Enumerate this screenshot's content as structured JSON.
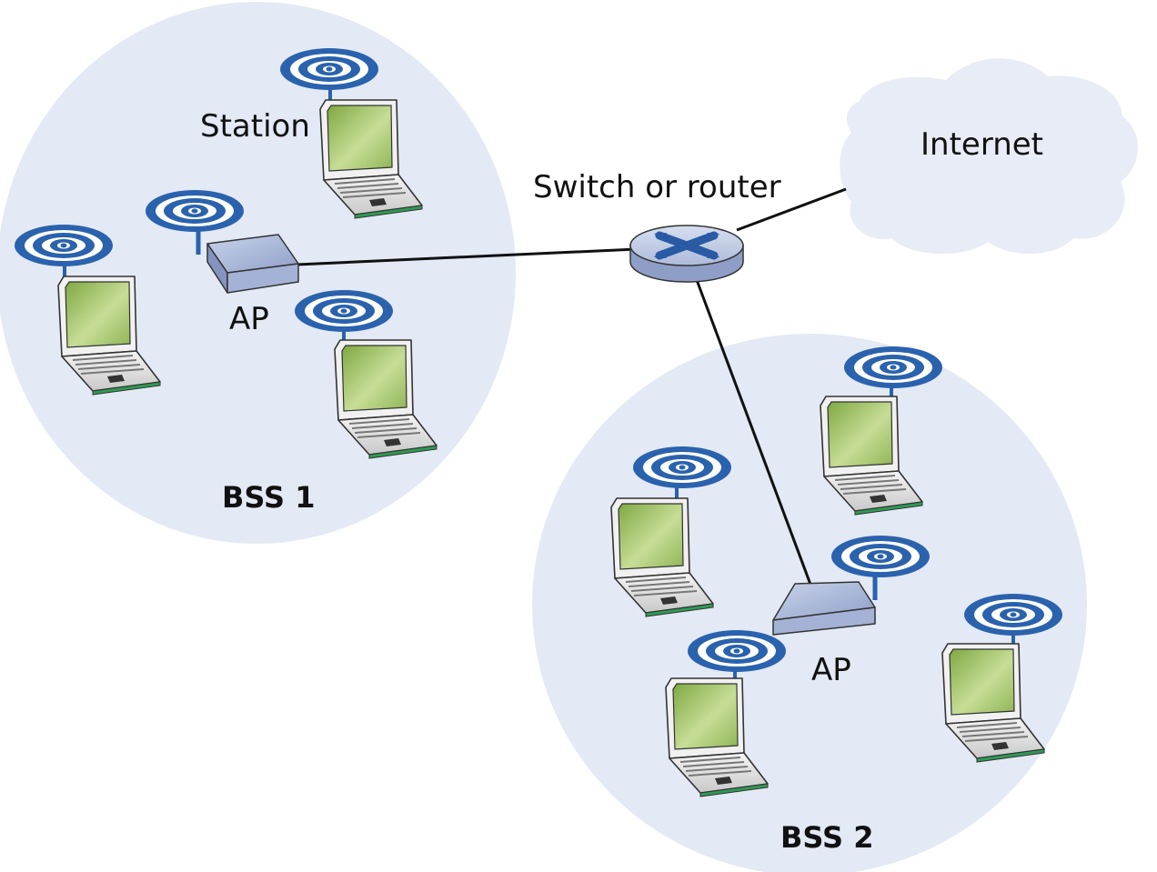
{
  "labels": {
    "station": "Station",
    "switch": "Switch or router",
    "internet": "Internet",
    "ap1": "AP",
    "ap2": "AP",
    "bss1": "BSS 1",
    "bss2": "BSS 2"
  },
  "colors": {
    "bss_fill": "#e3e9f5",
    "cloud_fill": "#e8ecf6",
    "screen_green": "#a6c46a",
    "antenna_blue": "#2a62ad",
    "device_body": "#a8b6d6",
    "accent_green": "#2e9a54"
  },
  "icons": {
    "laptop": "laptop-icon",
    "access_point": "access-point-icon",
    "router": "router-icon",
    "cloud": "cloud-icon",
    "wireless_signal": "wireless-signal-icon"
  }
}
